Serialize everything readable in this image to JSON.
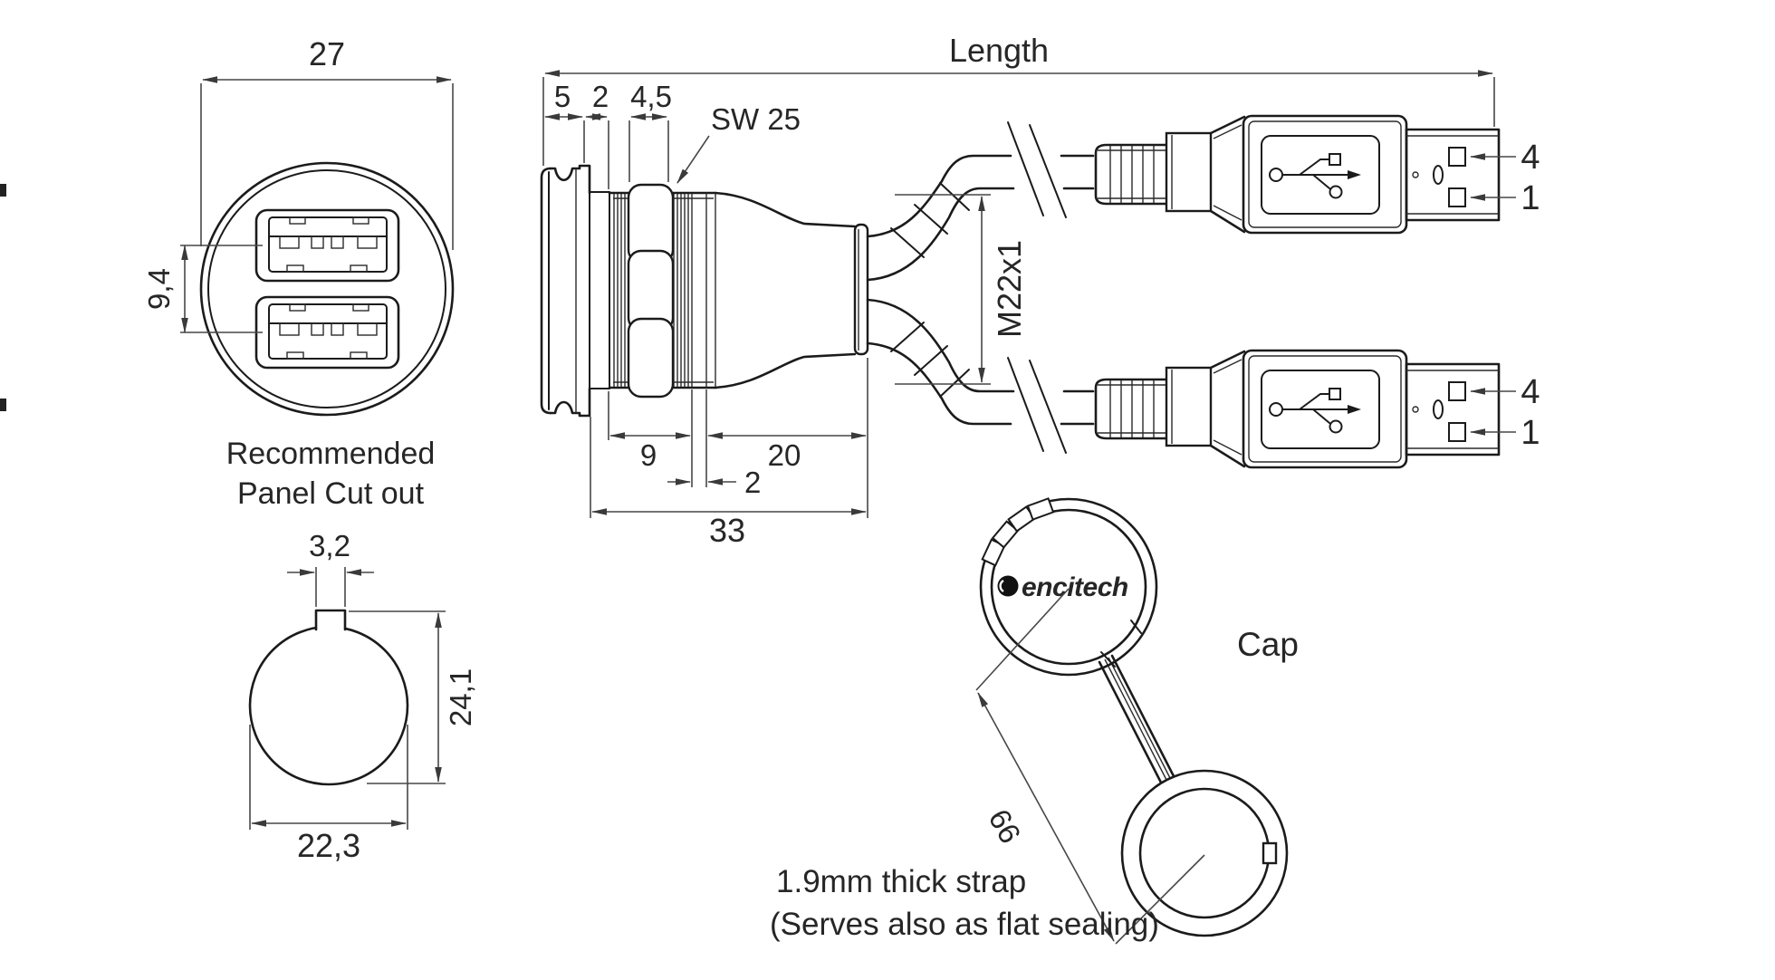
{
  "front_view": {
    "width": "27",
    "port_spacing": "9,4"
  },
  "panel_cutout": {
    "heading1": "Recommended",
    "heading2": "Panel Cut out",
    "notch_width": "3,2",
    "height": "24,1",
    "width": "22,3"
  },
  "side_view": {
    "length_label": "Length",
    "flange_thickness": "5",
    "washer_gap": "2",
    "nut_thickness": "4,5",
    "wrench_size": "SW 25",
    "thread": "M22x1",
    "thread_length": "9",
    "body_length": "20",
    "groove": "2",
    "overall": "33"
  },
  "plugs": {
    "pin4": "4",
    "pin1": "1"
  },
  "cap": {
    "brand": "encitech",
    "label": "Cap",
    "strap_length": "66",
    "note1": "1.9mm thick strap",
    "note2": "(Serves also as flat sealing)"
  },
  "colors": {
    "line": "#1b1b1b",
    "dimension": "#474747",
    "text": "#262626",
    "background": "#ffffff"
  }
}
